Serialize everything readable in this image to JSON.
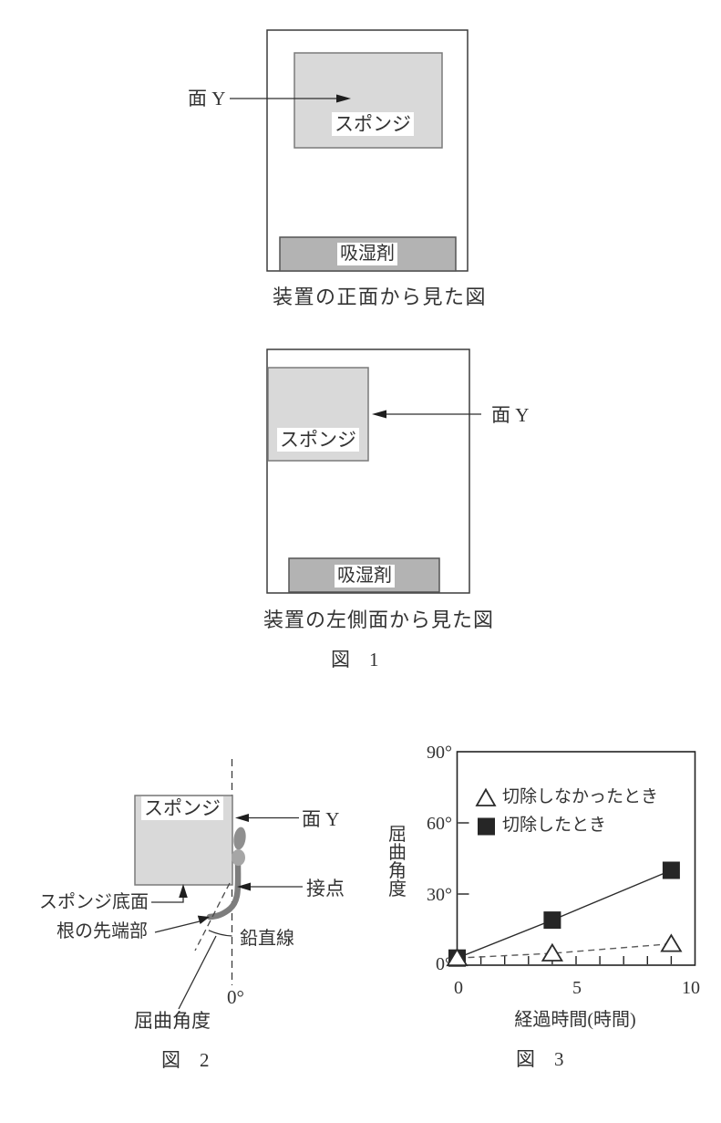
{
  "colors": {
    "ink": "#333333",
    "container_border": "#3c3c3c",
    "sponge_fill": "#d9d9d9",
    "sponge_border": "#7a7a7a",
    "desiccant_fill": "#b3b3b3",
    "desiccant_border": "#555555",
    "root_gray": "#7d7d7d",
    "seed_gray_dark": "#8f8f8f",
    "seed_gray_light": "#a6a6a6",
    "marker_black": "#262626"
  },
  "figure1": {
    "front_view": {
      "surface_label": "面 Y",
      "sponge_label": "スポンジ",
      "desiccant_label": "吸湿剤",
      "caption": "装置の正面から見た図"
    },
    "side_view": {
      "surface_label": "面 Y",
      "sponge_label": "スポンジ",
      "desiccant_label": "吸湿剤",
      "caption": "装置の左側面から見た図"
    },
    "figure_label": "図　1"
  },
  "figure2": {
    "sponge_label": "スポンジ",
    "surface_label": "面 Y",
    "contact_point_label": "接点",
    "sponge_bottom_label": "スポンジ底面",
    "root_tip_label": "根の先端部",
    "plumb_line_label": "鉛直線",
    "zero_degrees_label": "0°",
    "bending_angle_label": "屈曲角度",
    "figure_label": "図　2"
  },
  "chart_data": {
    "type": "line",
    "title": "",
    "xlabel": "経過時間(時間)",
    "ylabel": "屈曲角度",
    "xlim": [
      0,
      10
    ],
    "ylim": [
      0,
      90
    ],
    "x_ticks": [
      0,
      5,
      10
    ],
    "x_tick_labels": [
      "0",
      "5",
      "10"
    ],
    "x_minor_tick_step": 1,
    "y_ticks": [
      0,
      30,
      60,
      90
    ],
    "y_tick_labels": [
      "0°",
      "30°",
      "60°",
      "90°"
    ],
    "grid": false,
    "legend_position": "upper-left-inside",
    "series": [
      {
        "name": "切除しなかったとき",
        "marker": "triangle-open",
        "line_style": "dashed",
        "points": [
          [
            0,
            3
          ],
          [
            4,
            5
          ],
          [
            9,
            9
          ]
        ]
      },
      {
        "name": "切除したとき",
        "marker": "square-filled",
        "line_style": "solid",
        "points": [
          [
            0,
            3
          ],
          [
            4,
            19
          ],
          [
            9,
            40
          ]
        ]
      }
    ],
    "figure_label": "図　3"
  }
}
